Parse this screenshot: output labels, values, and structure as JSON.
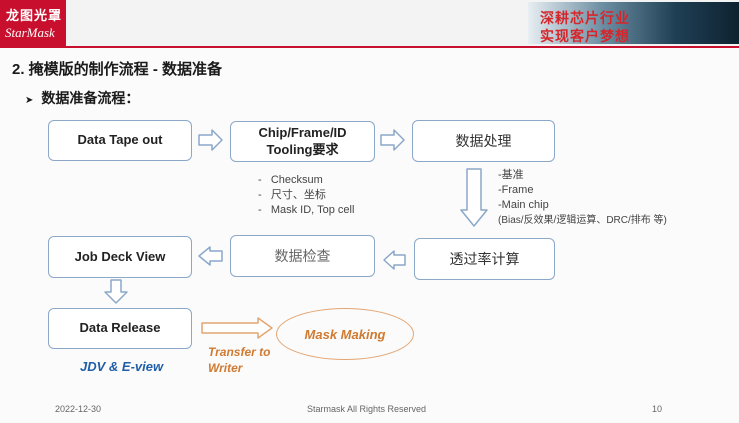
{
  "header": {
    "logo_cn": "龙图光罩",
    "logo_en": "StarMask",
    "banner_line1": "深耕芯片行业",
    "banner_line2": "实现客户梦想",
    "accent_color": "#c8102e"
  },
  "title": "2. 掩模版的制作流程 - 数据准备",
  "subtitle": "数据准备流程：",
  "flow": {
    "data_tape_out": "Data Tape out",
    "tooling_line1": "Chip/Frame/ID",
    "tooling_line2": "Tooling要求",
    "data_processing": "数据处理",
    "transmittance_calc": "透过率计算",
    "data_check": "数据检查",
    "job_deck_view": "Job Deck View",
    "data_release": "Data Release",
    "mask_making": "Mask Making"
  },
  "tooling_notes": [
    "Checksum",
    "尺寸、坐标",
    "Mask ID, Top cell"
  ],
  "processing_notes": [
    "-基准",
    "-Frame",
    "-Main chip",
    "(Bias/反效果/逻辑运算、DRC/排布 等)"
  ],
  "jdv_label": "JDV & E-view",
  "transfer_line1": "Transfer to",
  "transfer_line2": "Writer",
  "footer": {
    "date": "2022-12-30",
    "rights": "Starmask All Rights Reserved",
    "page": "10"
  }
}
